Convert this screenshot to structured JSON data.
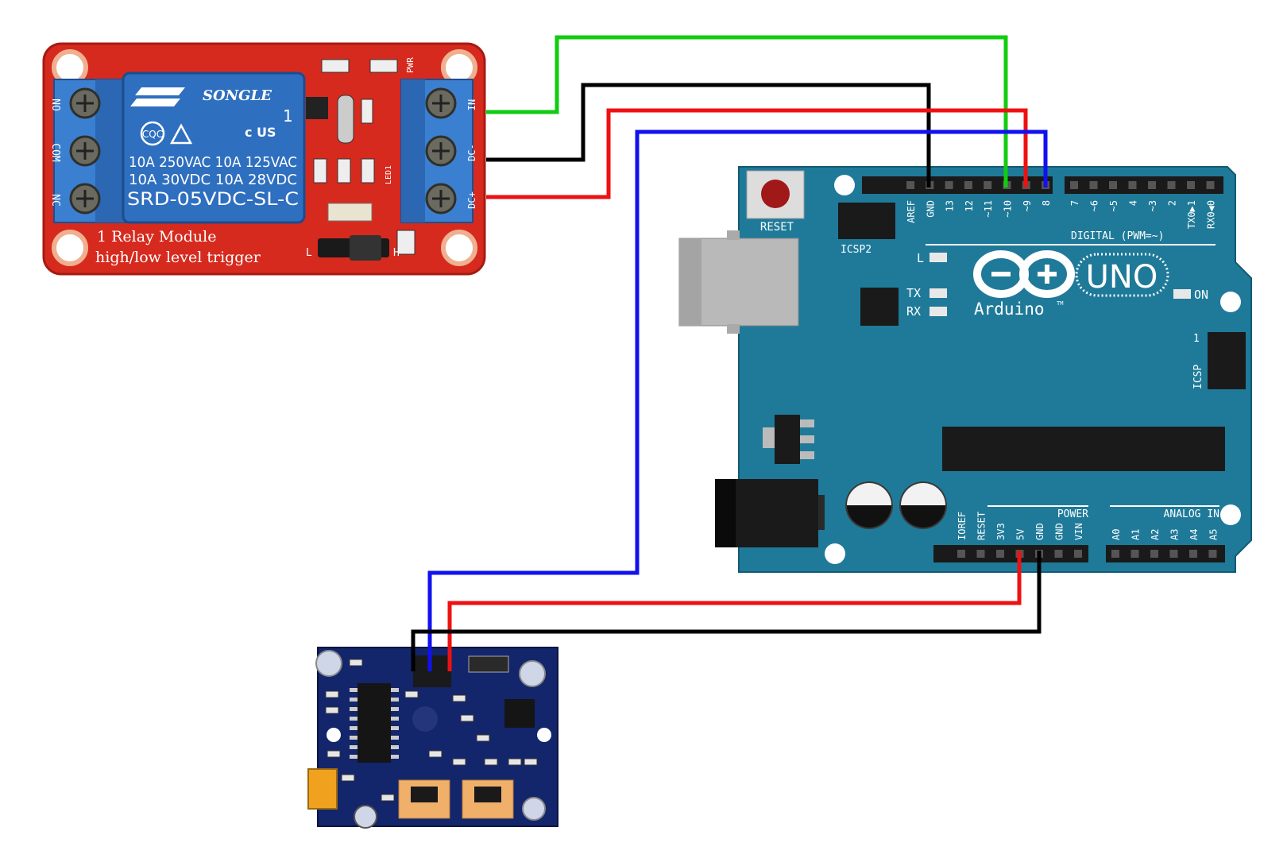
{
  "colors": {
    "background": "#ffffff",
    "relay_board": "#d62a1e",
    "relay_body": "#2f6fbf",
    "terminal_block": "#3b7fd0",
    "arduino_board": "#1f7a99",
    "pir_board": "#13256b",
    "wire_green": "#11cc11",
    "wire_black": "#000000",
    "wire_red": "#ee1111",
    "wire_blue": "#1111ee"
  },
  "relay": {
    "brand": "SONGLE",
    "cert_cqc": "CQC",
    "cert_ul": "c  US",
    "cert_one": "1",
    "rating_line1": "10A 250VAC  10A 125VAC",
    "rating_line2": "10A  30VDC  10A  28VDC",
    "model": "SRD-05VDC-SL-C",
    "title_line1": "1 Relay   Module",
    "title_line2": "high/low level trigger",
    "left_pins": [
      "NO",
      "COM",
      "NC"
    ],
    "right_pins": [
      "IN",
      "DC-",
      "DC+"
    ],
    "pwr_label": "PWR",
    "led_label": "LED1",
    "jumper_l": "L",
    "jumper_h": "H"
  },
  "arduino": {
    "reset_label": "RESET",
    "icsp2_label": "ICSP2",
    "icsp_label": "ICSP",
    "icsp_one": "1",
    "digital_pins_left": [
      "AREF",
      "GND",
      "13",
      "12",
      "~11",
      "~10",
      "~9",
      "8"
    ],
    "digital_pins_right": [
      "7",
      "~6",
      "~5",
      "4",
      "~3",
      "2",
      "TX0▶1",
      "RX0◀0"
    ],
    "digital_label": "DIGITAL (PWM=~)",
    "led_l": "L",
    "led_tx": "TX",
    "led_rx": "RX",
    "on_label": "ON",
    "logo_text": "Arduino",
    "logo_tm": "TM",
    "uno_label": "UNO",
    "power_label": "POWER",
    "analog_label": "ANALOG IN",
    "power_pins": [
      "IOREF",
      "RESET",
      "3V3",
      "5V",
      "GND",
      "GND",
      "VIN"
    ],
    "analog_pins": [
      "A0",
      "A1",
      "A2",
      "A3",
      "A4",
      "A5"
    ]
  }
}
